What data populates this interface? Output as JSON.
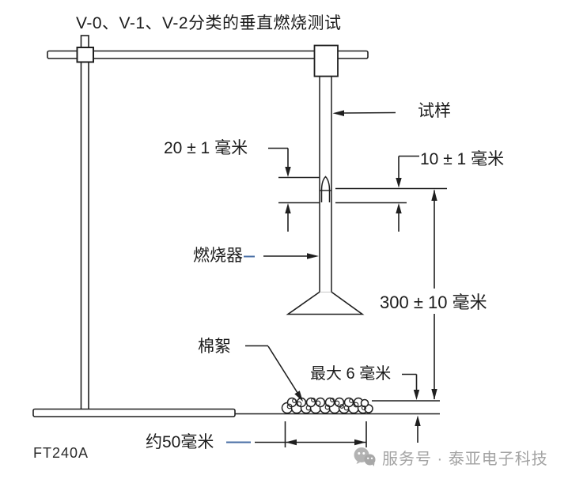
{
  "title": "V-0、V-1、V-2分类的垂直燃烧测试",
  "labels": {
    "specimen": "试样",
    "burner": "燃烧器",
    "cotton": "棉絮",
    "model": "FT240A"
  },
  "dimensions": {
    "flame_height": "20 ± 1 毫米",
    "inner_cone": "10 ± 1 毫米",
    "drop_height": "300 ± 10 毫米",
    "cotton_max_height": "最大 6 毫米",
    "cotton_width": "约50毫米"
  },
  "watermark": {
    "icon": "wechat-icon",
    "text": "服务号 · 泰亚电子科技"
  },
  "colors": {
    "line": "#1f1f1f",
    "accent_dash": "#4a6fa5",
    "watermark_gray": "#a3a3a3",
    "background": "#ffffff"
  }
}
